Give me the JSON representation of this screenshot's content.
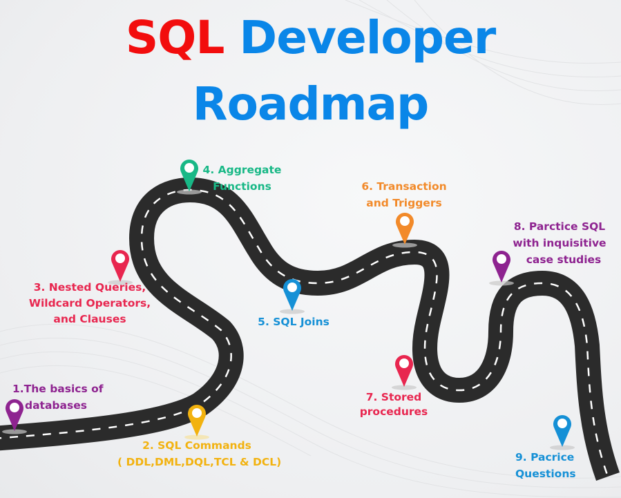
{
  "title": {
    "part1": "SQL",
    "part2": "Developer",
    "line2": "Roadmap",
    "color_sql": "#f20d0d",
    "color_main": "#0a86e8"
  },
  "road": {
    "asphalt_color": "#2b2b2b",
    "dash_color": "#ffffff"
  },
  "steps": [
    {
      "number": "1",
      "lines": [
        "1.The basics of",
        "databases"
      ],
      "color": "#8e2390"
    },
    {
      "number": "2",
      "lines": [
        "2. SQL Commands",
        "( DDL,DML,DQL,TCL & DCL)"
      ],
      "color": "#f2b20f"
    },
    {
      "number": "3",
      "lines": [
        "3. Nested Queries,",
        "Wildcard Operators,",
        "and Clauses"
      ],
      "color": "#e8264f"
    },
    {
      "number": "4",
      "lines": [
        "4. Aggregate",
        "Functions"
      ],
      "color": "#18b886"
    },
    {
      "number": "5",
      "lines": [
        "5. SQL Joins"
      ],
      "color": "#1590d6"
    },
    {
      "number": "6",
      "lines": [
        "6. Transaction",
        "and Triggers"
      ],
      "color": "#f28a2a"
    },
    {
      "number": "7",
      "lines": [
        "7. Stored",
        "procedures"
      ],
      "color": "#e8264f"
    },
    {
      "number": "8",
      "lines": [
        "8. Parctice SQL",
        "with inquisitive",
        "case studies"
      ],
      "color": "#8e2390"
    },
    {
      "number": "9",
      "lines": [
        "9. Pacrice",
        "Questions"
      ],
      "color": "#1590d6"
    }
  ]
}
